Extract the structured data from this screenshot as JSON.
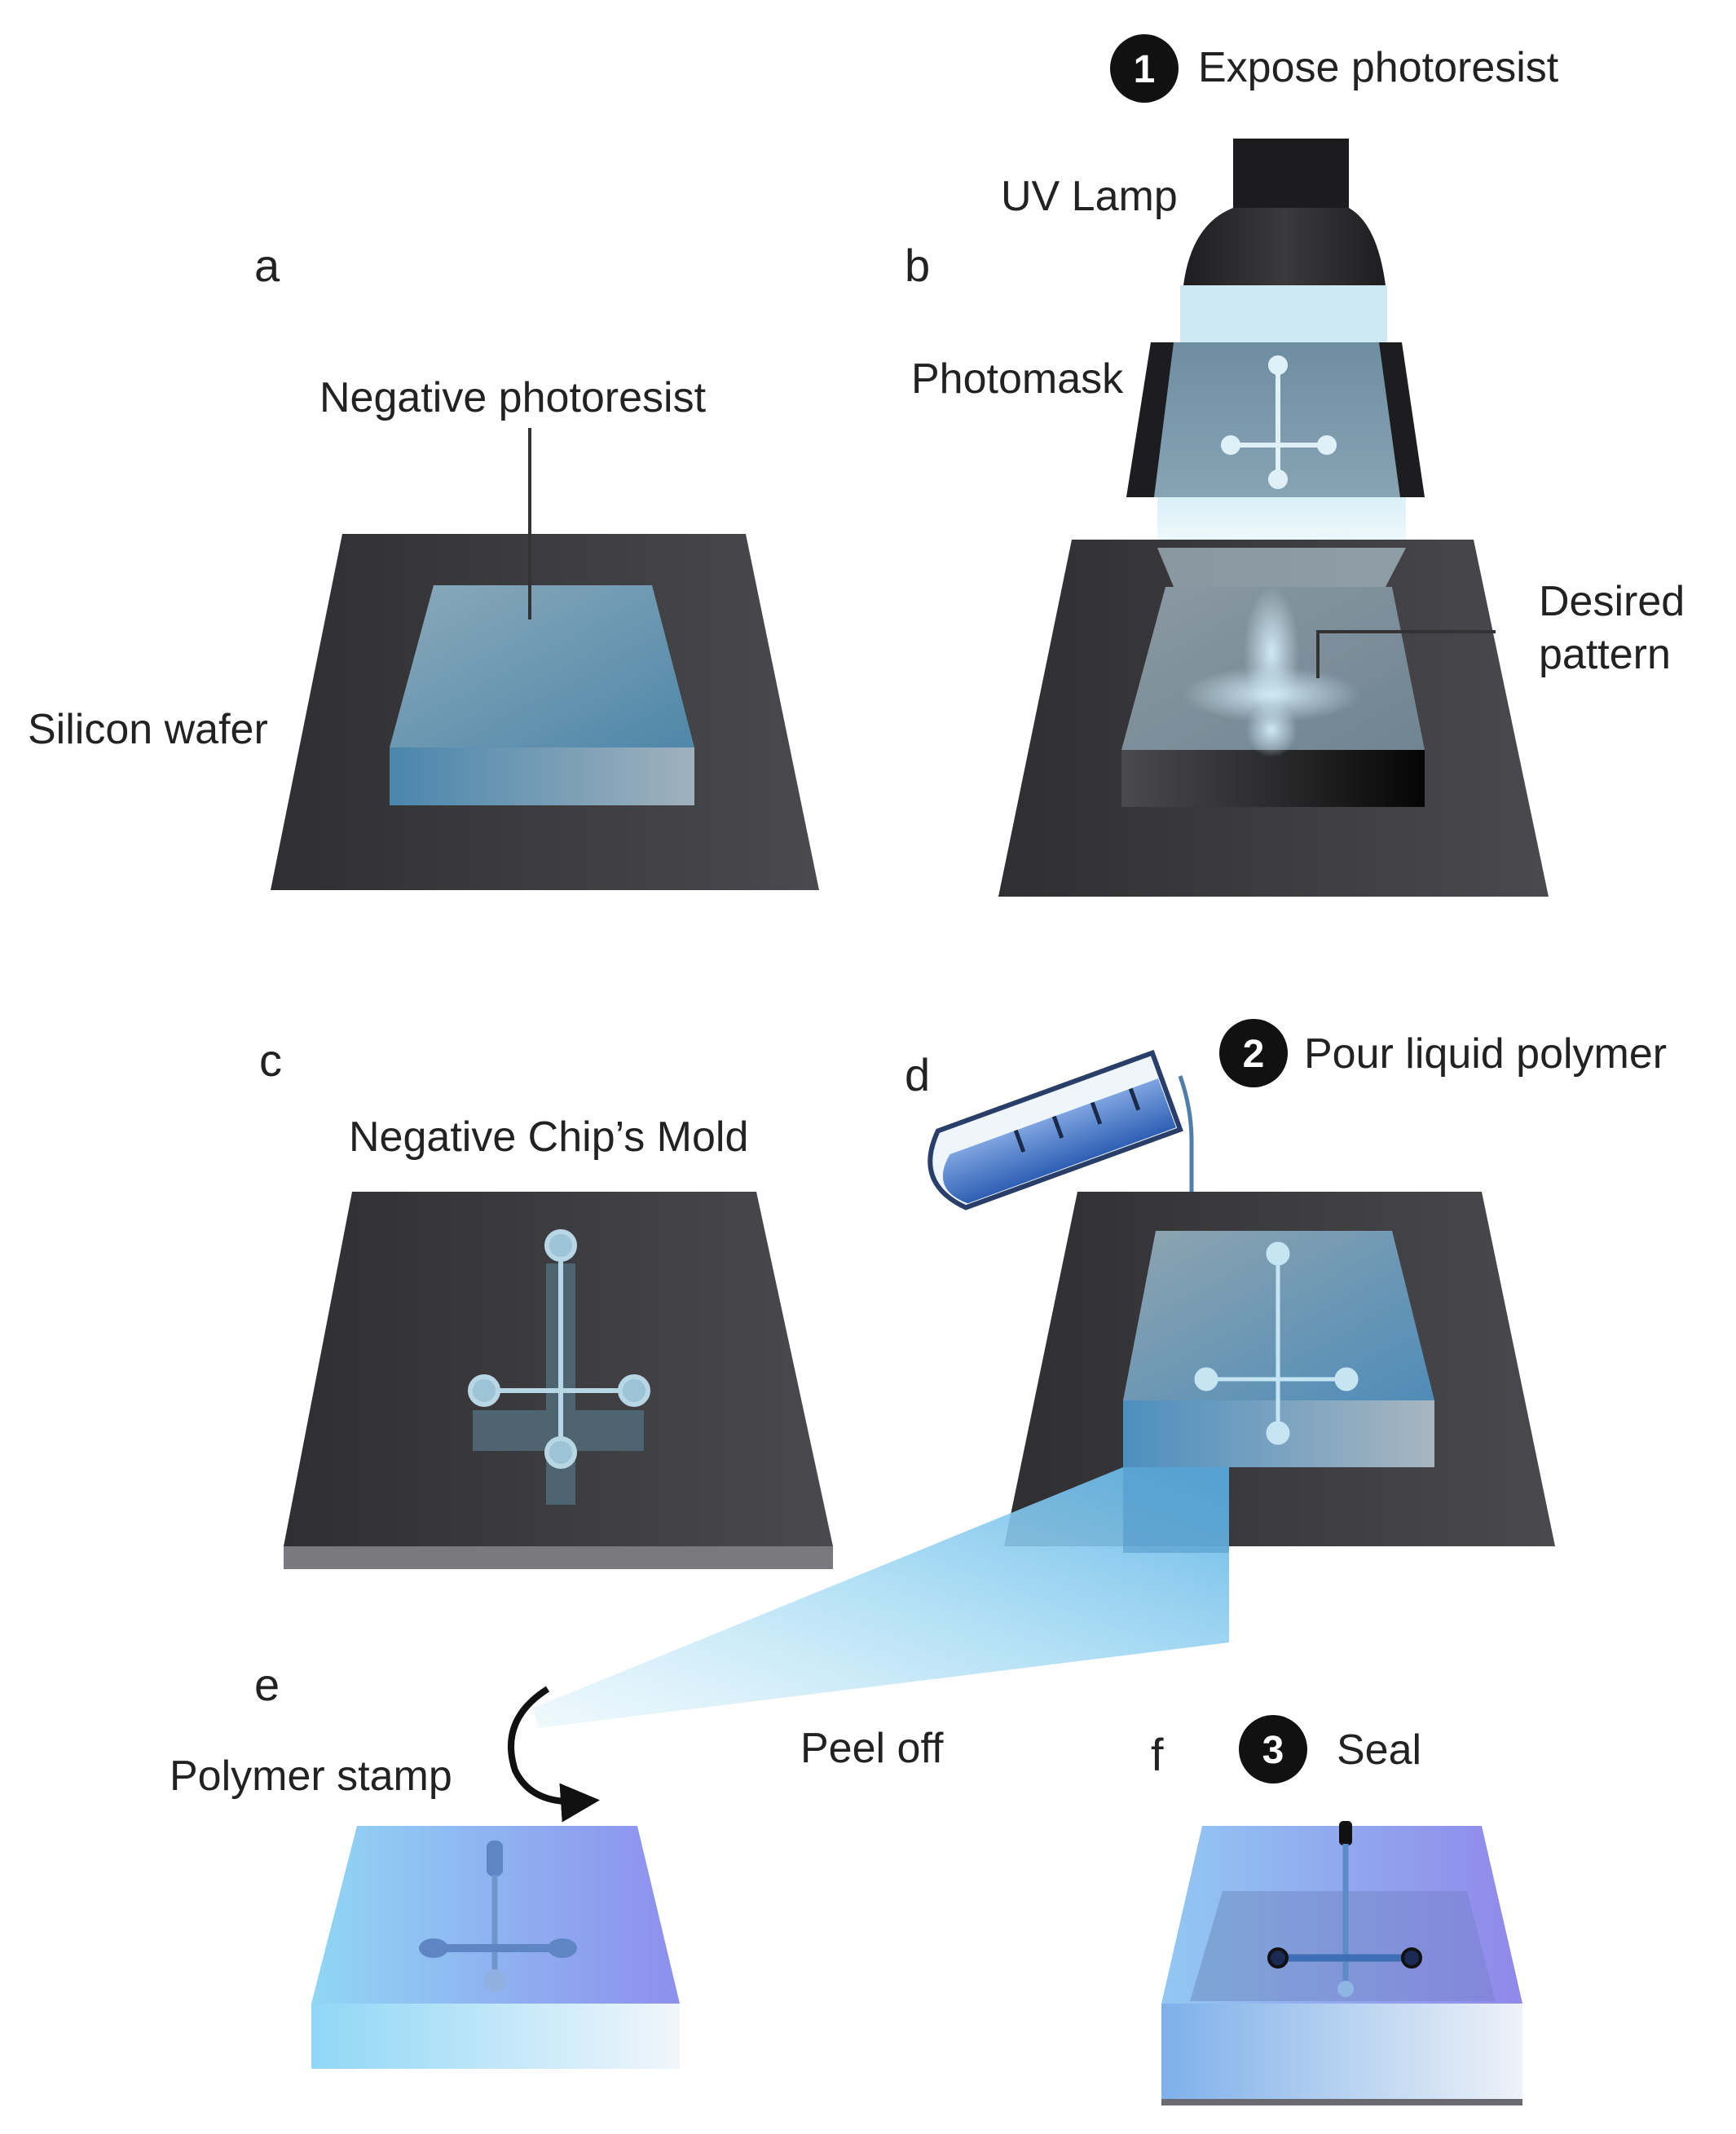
{
  "panels": {
    "a": "a",
    "b": "b",
    "c": "c",
    "d": "d",
    "e": "e",
    "f": "f"
  },
  "steps": [
    {
      "number": "1",
      "label": "Expose photoresist"
    },
    {
      "number": "2",
      "label": "Pour liquid polymer"
    },
    {
      "number": "3",
      "label": "Seal"
    }
  ],
  "labels": {
    "negative_photoresist": "Negative photoresist",
    "silicon_wafer": "Silicon wafer",
    "uv_lamp": "UV Lamp",
    "photomask": "Photomask",
    "desired_pattern_line1": "Desired",
    "desired_pattern_line2": "pattern",
    "negative_chips_mold": "Negative Chip’s Mold",
    "polymer_stamp": "Polymer stamp",
    "peel_off": "Peel off"
  },
  "colors": {
    "wafer": "#3f3f42",
    "photoresist": "#6d97b0",
    "uv_light": "#cde9f2",
    "polymer_stamp": "#8fb8f0",
    "badge": "#111111"
  }
}
